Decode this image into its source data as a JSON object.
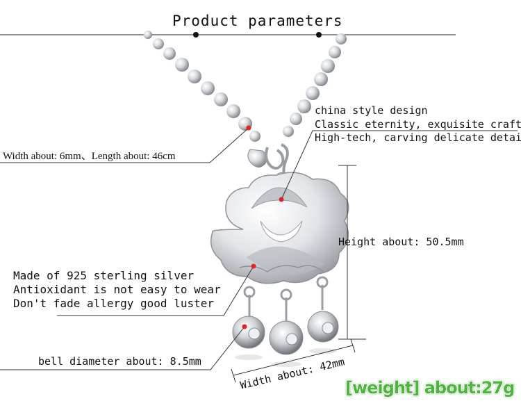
{
  "title": "Product parameters",
  "chain_note": "Width about: 6mm、Length about: 46cm",
  "design_notes": [
    "china style design",
    "Classic eternity, exquisite craft",
    "High-tech, carving delicate details"
  ],
  "material_notes": [
    "Made of 925 sterling silver",
    "Antioxidant is not easy to wear",
    "Don't fade allergy good luster"
  ],
  "bell_note": "bell diameter about: 8.5mm",
  "height_note": "Height about: 50.5mm",
  "width_note": "Width about: 42mm",
  "weight_note": "[weight] about:27g",
  "colors": {
    "marker": "#e8202a",
    "weight_text": "#4db53c",
    "silver": "#c9ccd1"
  }
}
